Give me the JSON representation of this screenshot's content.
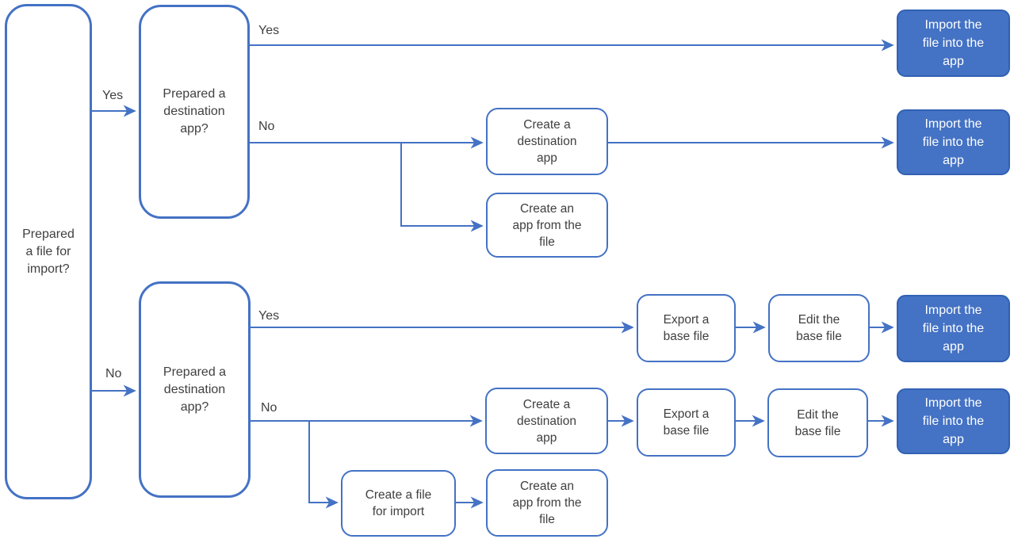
{
  "diagram": {
    "type": "flowchart",
    "colors": {
      "line": "#4472C4",
      "node_border": "#4472C4",
      "node_fill": "#FFFFFF",
      "accent_fill": "#4472C4",
      "accent_border": "#3161B4",
      "text_dark": "#404040",
      "text_light": "#FFFFFF"
    },
    "nodes": {
      "q_file": {
        "label": [
          "Prepared",
          "a file for",
          "import?"
        ]
      },
      "q_dest_top": {
        "label": [
          "Prepared a",
          "destination",
          "app?"
        ]
      },
      "import_1": {
        "label": [
          "Import the",
          "file into the",
          "app"
        ]
      },
      "create_dest_1": {
        "label": [
          "Create a",
          "destination",
          "app"
        ]
      },
      "import_2": {
        "label": [
          "Import the",
          "file into the",
          "app"
        ]
      },
      "create_app_1": {
        "label": [
          "Create an",
          "app from the",
          "file"
        ]
      },
      "q_dest_bottom": {
        "label": [
          "Prepared a",
          "destination",
          "app?"
        ]
      },
      "export_1": {
        "label": [
          "Export a",
          "base file"
        ]
      },
      "edit_1": {
        "label": [
          "Edit the",
          "base file"
        ]
      },
      "import_3": {
        "label": [
          "Import the",
          "file into the",
          "app"
        ]
      },
      "create_dest_2": {
        "label": [
          "Create a",
          "destination",
          "app"
        ]
      },
      "export_2": {
        "label": [
          "Export a",
          "base file"
        ]
      },
      "edit_2": {
        "label": [
          "Edit the",
          "base file"
        ]
      },
      "import_4": {
        "label": [
          "Import the",
          "file into the",
          "app"
        ]
      },
      "create_file": {
        "label": [
          "Create a file",
          "for import"
        ]
      },
      "create_app_2": {
        "label": [
          "Create an",
          "app from the",
          "file"
        ]
      }
    },
    "edge_labels": {
      "yes1": "Yes",
      "no1": "No",
      "yes2": "Yes",
      "no2": "No",
      "yes3": "Yes",
      "no3": "No"
    }
  }
}
